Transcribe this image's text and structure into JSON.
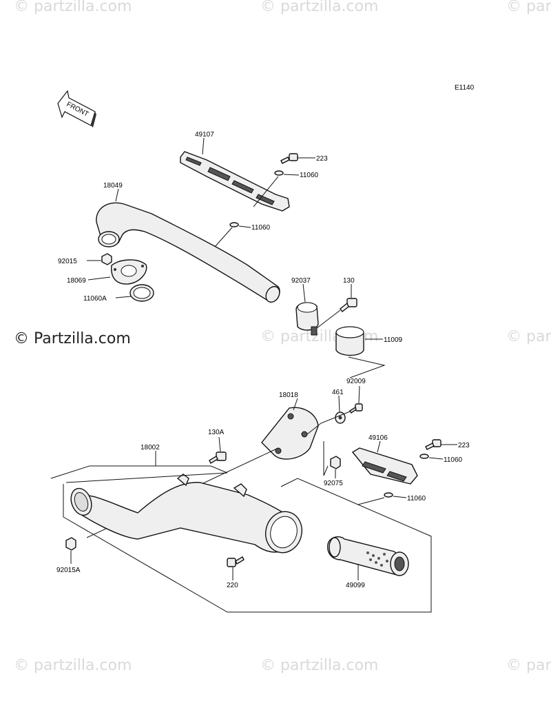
{
  "diagram_code": "E1140",
  "front_label": "FRONT",
  "watermarks": {
    "main": "© Partzilla.com",
    "faint": "© partzilla.com"
  },
  "parts": {
    "p49107": "49107",
    "p223_top": "223",
    "p11060_a": "11060",
    "p11060_b": "11060",
    "p18049": "18049",
    "p92015": "92015",
    "p18069": "18069",
    "p11060A": "11060A",
    "p92037": "92037",
    "p130": "130",
    "p11009": "11009",
    "p18018": "18018",
    "p461": "461",
    "p92009": "92009",
    "p49106": "49106",
    "p223_bottom": "223",
    "p11060_c": "11060",
    "p11060_d": "11060",
    "p92075": "92075",
    "p18002": "18002",
    "p130A": "130A",
    "p92015A": "92015A",
    "p220": "220",
    "p49099": "49099"
  }
}
